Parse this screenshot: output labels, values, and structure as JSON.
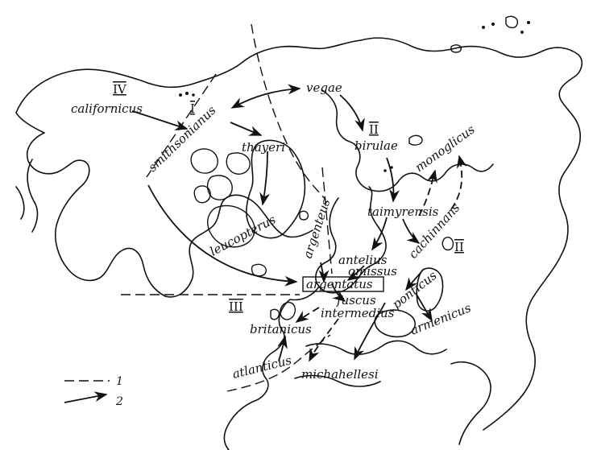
{
  "taxa": {
    "californicus": "californicus",
    "smithsonianus": "smithsonianus",
    "thayeri": "thayeri",
    "vegae": "vegae",
    "birulae": "birulae",
    "mongolicus": "monoglicus",
    "taimyrensis": "taimyrensis",
    "cachinnans": "cachinnans",
    "leucopterus": "leucopterus",
    "argenteus": "argenteus",
    "antelius": "antelius",
    "omissus": "omissus",
    "argentatus": "argentatus",
    "fuscus": "fuscus",
    "intermedius": "intermedius",
    "ponticus": "ponticus",
    "britannicus": "britanicus",
    "armenicus": "armenicus",
    "atlanticus": "atlanticus",
    "michahellesi": "michahellesi"
  },
  "zones": {
    "I": "I",
    "II_north": "II",
    "II_south": "II",
    "III": "III",
    "IV": "IV"
  },
  "legend": {
    "boundary_key": "1",
    "migration_key": "2"
  }
}
